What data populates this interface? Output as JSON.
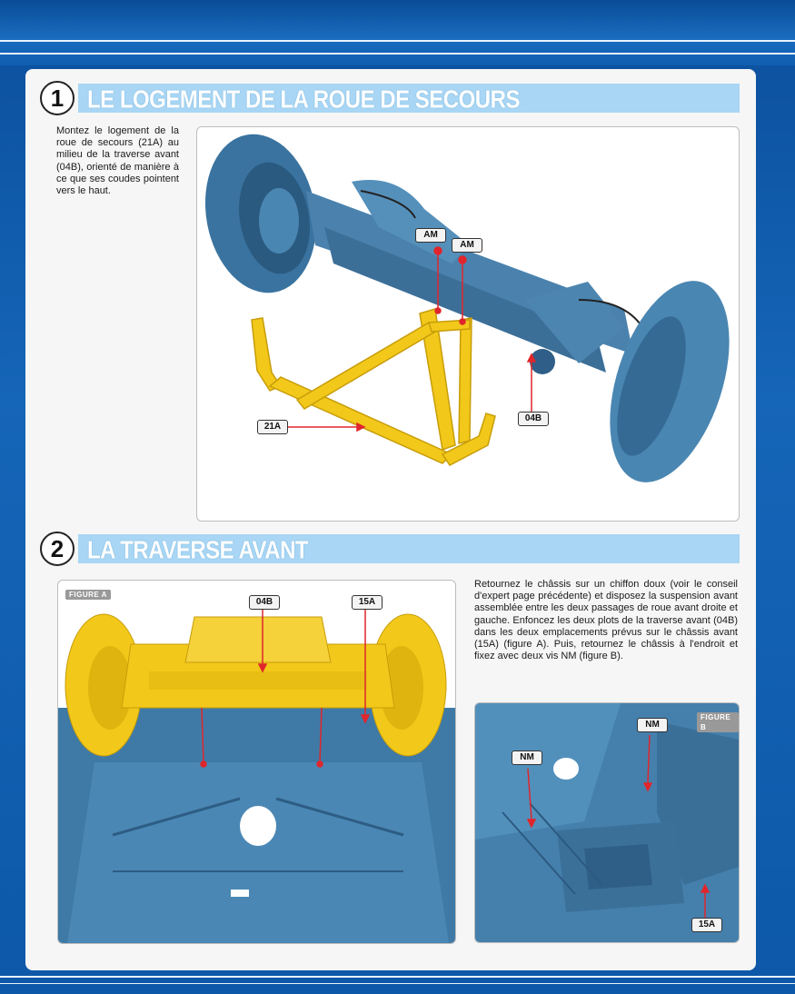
{
  "section1": {
    "number": "1",
    "title": "LE LOGEMENT DE LA ROUE DE SECOURS",
    "text": "Montez le logement de la roue de secours (21A) au milieu de la traverse avant (04B), orienté de manière à ce que ses coudes pointent vers le haut.",
    "labels": {
      "am1": "AM",
      "am2": "AM",
      "part21a": "21A",
      "part04b": "04B"
    }
  },
  "section2": {
    "number": "2",
    "title": "LA TRAVERSE AVANT",
    "text": "Retournez le châssis sur un chiffon doux (voir le conseil d'expert page précédente) et disposez la suspension avant assemblée entre les deux passages de roue avant droite et gauche. Enfoncez les deux plots de la traverse avant (04B) dans les deux emplacements prévus sur le châssis avant (15A) (figure A). Puis, retournez le châssis à l'endroit et fixez avec deux vis NM (figure B).",
    "figureA": {
      "label": "FIGURE A",
      "part04b": "04B",
      "part15a": "15A"
    },
    "figureB": {
      "label": "FIGURE B",
      "nm1": "NM",
      "nm2": "NM",
      "part15a": "15A"
    }
  },
  "colors": {
    "accent": "#a8d6f4",
    "part_yellow": "#f2c81a",
    "chassis_blue": "#3d7aa8",
    "arrow_red": "#e0262c"
  }
}
